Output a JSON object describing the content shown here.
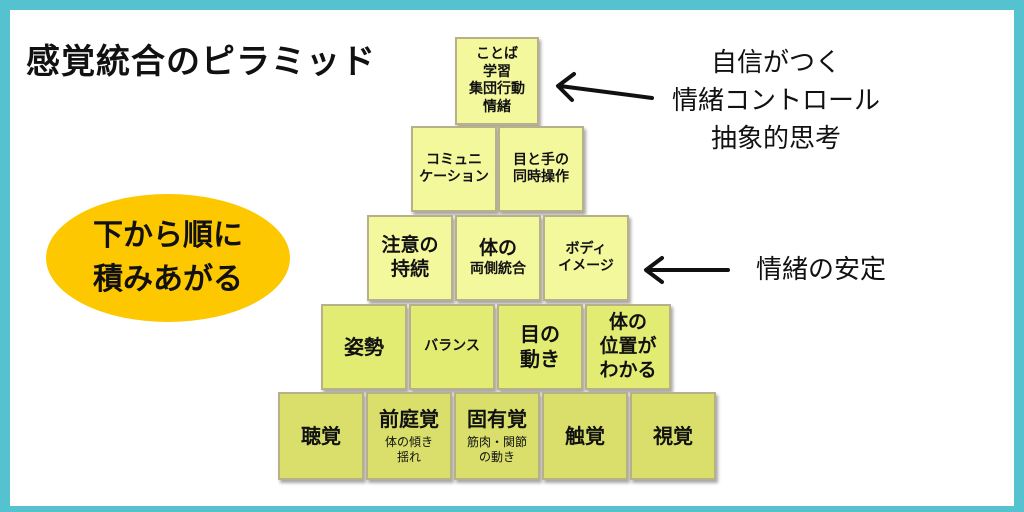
{
  "title": "感覚統合のピラミッド",
  "pyramid": {
    "top": {
      "lines": [
        "ことば",
        "学習",
        "集団行動",
        "情緒"
      ]
    },
    "row2": [
      {
        "lines": [
          "コミュニ",
          "ケーション"
        ]
      },
      {
        "lines": [
          "目と手の",
          "同時操作"
        ]
      }
    ],
    "row3": [
      {
        "lines": [
          "注意の",
          "持続"
        ]
      },
      {
        "lines": [
          "体の",
          "両側統合"
        ]
      },
      {
        "lines": [
          "ボディ",
          "イメージ"
        ]
      }
    ],
    "row4": [
      {
        "lines": [
          "姿勢"
        ]
      },
      {
        "lines": [
          "バランス"
        ]
      },
      {
        "lines": [
          "目の",
          "動き"
        ]
      },
      {
        "lines": [
          "体の",
          "位置が",
          "わかる"
        ]
      }
    ],
    "base": [
      {
        "label": "聴覚",
        "sub": []
      },
      {
        "label": "前庭覚",
        "sub": [
          "体の傾き",
          "揺れ"
        ]
      },
      {
        "label": "固有覚",
        "sub": [
          "筋肉・関節",
          "の動き"
        ]
      },
      {
        "label": "触覚",
        "sub": []
      },
      {
        "label": "視覚",
        "sub": []
      }
    ]
  },
  "annotations": {
    "top_result": [
      "自信がつく",
      "情緒コントロール",
      "抽象的思考"
    ],
    "middle_result": "情緒の安定"
  },
  "badge": {
    "lines": [
      "下から順に",
      "積みあがる"
    ]
  },
  "colors": {
    "frame": "#55c3cf",
    "block_light": "#f4f89c",
    "block_mid": "#e3ec72",
    "block_base": "#dadf6c",
    "badge": "#fdc800"
  }
}
